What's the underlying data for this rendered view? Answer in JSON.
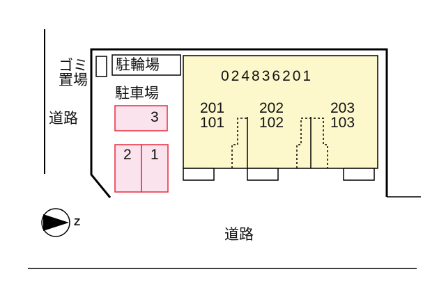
{
  "labels": {
    "garbage_line1": "ゴミ",
    "garbage_line2": "置場",
    "bicycle_parking": "駐輪場",
    "car_parking": "駐車場",
    "road_left": "道路",
    "road_bottom": "道路",
    "compass_letter": "Z"
  },
  "building": {
    "code": "024836201",
    "units": [
      {
        "upper": "201",
        "lower": "101"
      },
      {
        "upper": "202",
        "lower": "102"
      },
      {
        "upper": "203",
        "lower": "103"
      }
    ]
  },
  "parking_spaces": [
    "3",
    "2",
    "1"
  ],
  "colors": {
    "building_fill": "#fcf8cc",
    "parking_fill": "#fbe3ee",
    "parking_border": "#e8283c",
    "line": "#000000"
  }
}
